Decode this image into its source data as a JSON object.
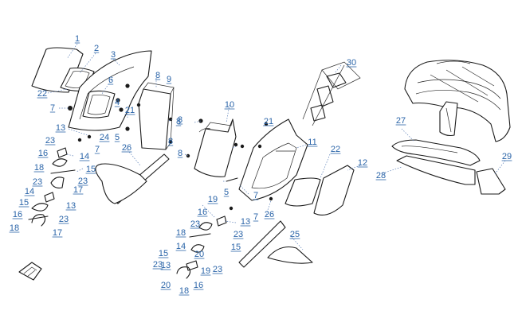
{
  "diagram": {
    "callouts": [
      {
        "label": "1"
      },
      {
        "label": "2"
      },
      {
        "label": "3"
      },
      {
        "label": "22"
      },
      {
        "label": "6"
      },
      {
        "label": "7"
      },
      {
        "label": "4"
      },
      {
        "label": "8"
      },
      {
        "label": "9"
      },
      {
        "label": "21"
      },
      {
        "label": "5"
      },
      {
        "label": "8"
      },
      {
        "label": "13"
      },
      {
        "label": "23"
      },
      {
        "label": "24"
      },
      {
        "label": "7"
      },
      {
        "label": "26"
      },
      {
        "label": "8"
      },
      {
        "label": "16"
      },
      {
        "label": "14"
      },
      {
        "label": "18"
      },
      {
        "label": "15"
      },
      {
        "label": "23"
      },
      {
        "label": "23"
      },
      {
        "label": "17"
      },
      {
        "label": "14"
      },
      {
        "label": "15"
      },
      {
        "label": "13"
      },
      {
        "label": "16"
      },
      {
        "label": "23"
      },
      {
        "label": "18"
      },
      {
        "label": "17"
      },
      {
        "label": "8"
      },
      {
        "label": "10"
      },
      {
        "label": "21"
      },
      {
        "label": "8"
      },
      {
        "label": "7"
      },
      {
        "label": "5"
      },
      {
        "label": "19"
      },
      {
        "label": "16"
      },
      {
        "label": "13"
      },
      {
        "label": "18"
      },
      {
        "label": "23"
      },
      {
        "label": "23"
      },
      {
        "label": "14"
      },
      {
        "label": "15"
      },
      {
        "label": "15"
      },
      {
        "label": "13"
      },
      {
        "label": "20"
      },
      {
        "label": "23"
      },
      {
        "label": "19"
      },
      {
        "label": "23"
      },
      {
        "label": "20"
      },
      {
        "label": "16"
      },
      {
        "label": "18"
      },
      {
        "label": "30"
      },
      {
        "label": "11"
      },
      {
        "label": "22"
      },
      {
        "label": "12"
      },
      {
        "label": "7"
      },
      {
        "label": "26"
      },
      {
        "label": "25"
      },
      {
        "label": "27"
      },
      {
        "label": "28"
      },
      {
        "label": "29"
      }
    ]
  }
}
